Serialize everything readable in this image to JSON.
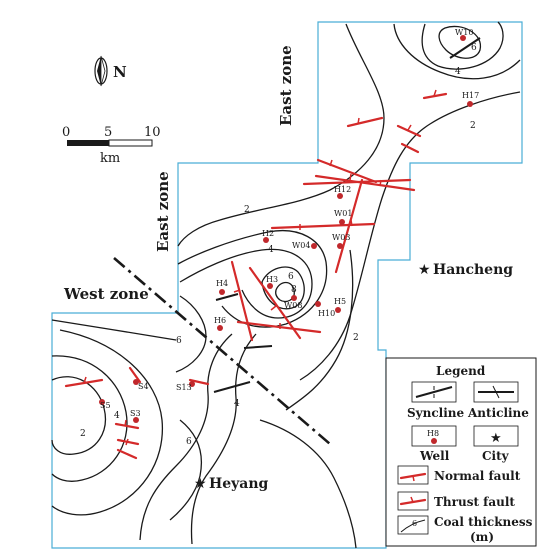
{
  "north": {
    "label": "N"
  },
  "scale": {
    "ticks": [
      "0",
      "5",
      "10"
    ],
    "unit": "km"
  },
  "zones": {
    "east_upper": "East zone",
    "east_lower": "East zone",
    "west": "West zone"
  },
  "cities": {
    "hancheng": "Hancheng",
    "heyang": "Heyang"
  },
  "wells": {
    "W10": "W10",
    "H17": "H17",
    "H12": "H12",
    "W01": "W01",
    "H2": "H2",
    "W04": "W04",
    "W03": "W03",
    "H3": "H3",
    "W08": "W08",
    "H4": "H4",
    "H5": "H5",
    "H10": "H10",
    "H6": "H6",
    "S4": "S4",
    "S13": "S13",
    "S5": "S5",
    "S3": "S3"
  },
  "contour_labels": {
    "w10_6": "6",
    "w10_4": "4",
    "ne_2": "2",
    "c_2": "2",
    "c_4": "4",
    "c_6": "6",
    "c_8": "8",
    "center_2": "2",
    "w_6": "6",
    "s3_4": "4",
    "sw_2": "2",
    "mid_4": "4",
    "s_6": "6"
  },
  "legend": {
    "title": "Legend",
    "syncline": "Syncline",
    "anticline": "Anticline",
    "well_sample": "H8",
    "well": "Well",
    "city": "City",
    "normal_fault": "Normal fault",
    "thrust_fault": "Thrust fault",
    "coal_thickness_value": "6",
    "coal_thickness": "Coal thickness",
    "coal_thickness_unit": "(m)"
  },
  "colors": {
    "fault": "#d42a2a",
    "boundary": "#4aaed6",
    "well": "#c0282c"
  }
}
